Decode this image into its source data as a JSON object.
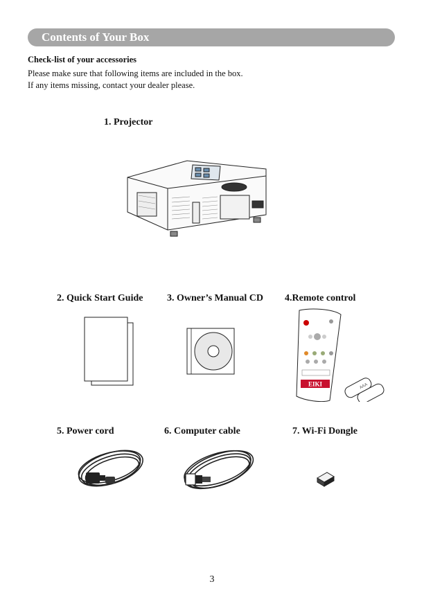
{
  "header": {
    "title": "Contents of Your Box"
  },
  "checklist": {
    "title": "Check-list of your accessories",
    "lines": [
      "Please make sure that following items are included in the box.",
      "If any items missing, contact your dealer please."
    ]
  },
  "items": [
    {
      "label": "1. Projector"
    },
    {
      "label": "2. Quick Start Guide"
    },
    {
      "label": "3. Owner’s Manual CD"
    },
    {
      "label": "4.Remote control"
    },
    {
      "label": "5. Power cord"
    },
    {
      "label": "6. Computer cable"
    },
    {
      "label": "7. Wi-Fi Dongle"
    }
  ],
  "illustrations": {
    "remote_brand": "EIKI",
    "battery_label": "AAA"
  },
  "footer": {
    "page_number": "3"
  }
}
